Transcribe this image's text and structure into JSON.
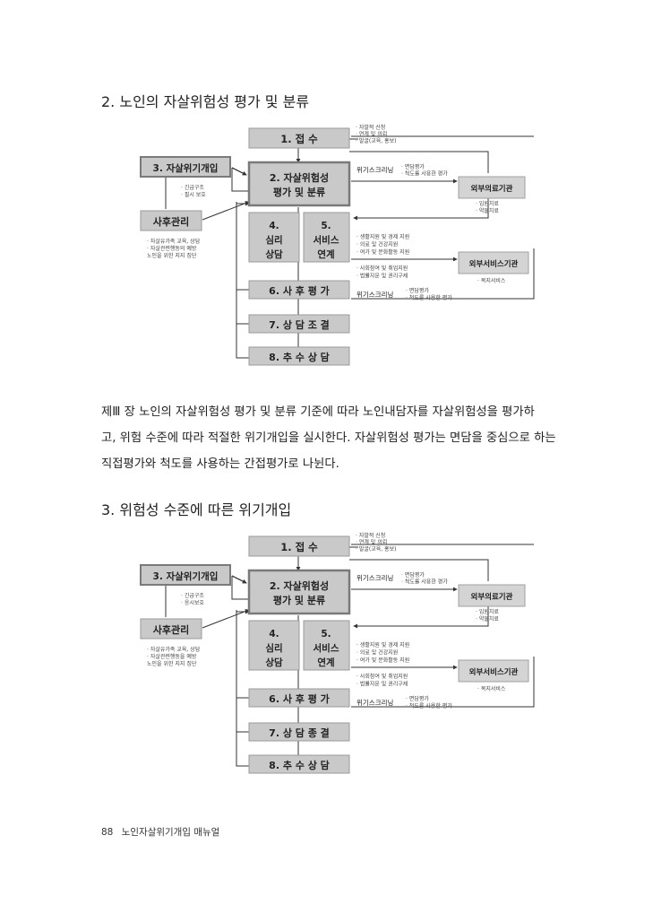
{
  "section2": {
    "heading": "2. 노인의 자살위험성 평가 및 분류"
  },
  "section3": {
    "heading": "3. 위험성 수준에 따른 위기개입"
  },
  "paragraph": {
    "line1": "제Ⅲ 장 노인의 자살위험성 평가 및 분류 기준에 따라 노인내담자를 자살위험성을 평가하",
    "line2": "고, 위험 수준에 따라 적절한 위기개입을 실시한다. 자살위험성 평가는 면담을 중심으로 하는",
    "line3": "직접평가와 척도를 사용하는 간접평가로 나뉜다."
  },
  "footer": {
    "page_number": "88",
    "title": "노인자살위기개입 매뉴얼"
  },
  "diagram1": {
    "boxes": {
      "intake": "1. 접 수",
      "crisis": "3. 자살위기개입",
      "assess_line1": "2. 자살위험성",
      "assess_line2": "평가 및 분류",
      "aftercare": "사후관리",
      "counsel_line1": "4.",
      "counsel_line2": "심리",
      "counsel_line3": "상담",
      "service_line1": "5.",
      "service_line2": "서비스",
      "service_line3": "연계",
      "post_eval": "6. 사 후 평 가",
      "end": "7. 상 담 조 결",
      "followup": "8. 추 수 상 담",
      "medical": "외부의료기관",
      "external_service": "외부서비스기관"
    },
    "labels": {
      "screening1": "위기스크리닝",
      "screening2": "위기스크리닝"
    },
    "notes": {
      "intake": [
        "· 자발적 신청",
        "· 연계 및 의뢰",
        "· 발굴(교육, 홍보)"
      ],
      "screening1": [
        "· 면담평가",
        "· 척도를 사용한 평가"
      ],
      "crisis_link": [
        "· 긴급구조",
        "· 필시 보호"
      ],
      "medical": [
        "· 입원치료",
        "· 약물치료"
      ],
      "aftercare": [
        "· 자살유가족 교육, 상담",
        "· 자살관련행동의 예방",
        "노인을 위한 지지 집단"
      ],
      "service": [
        "· 생활지원 및 경제 지원",
        "· 의료 및 건강지원",
        "· 여가 및 문화활동 지원",
        "· 사회참여 및 취업지원",
        "· 법률자문 및 권리구제"
      ],
      "external_service": [
        "· 복지서비스"
      ],
      "screening2": [
        "· 면담평가",
        "· 척도를 사용한 평가"
      ]
    }
  },
  "diagram2": {
    "boxes": {
      "intake": "1. 접 수",
      "crisis": "3. 자살위기개입",
      "assess_line1": "2. 자살위험성",
      "assess_line2": "평가 및 분류",
      "aftercare": "사후관리",
      "counsel_line1": "4.",
      "counsel_line2": "심리",
      "counsel_line3": "상담",
      "service_line1": "5.",
      "service_line2": "서비스",
      "service_line3": "연계",
      "post_eval": "6. 사 후 평 가",
      "end": "7. 상 담 종 결",
      "followup": "8. 추 수 상 담",
      "medical": "외부의료기관",
      "external_service": "외부서비스기관"
    },
    "labels": {
      "screening1": "위기스크리닝",
      "screening2": "위기스크리닝"
    },
    "notes": {
      "intake": [
        "· 자발적 신청",
        "· 연계 및 의뢰",
        "· 발굴(교육, 홍보)"
      ],
      "screening1": [
        "· 면담평가",
        "· 척도를 사용한 평가"
      ],
      "crisis_link": [
        "· 긴급구조",
        "· 응시보호"
      ],
      "medical": [
        "· 입원치료",
        "· 약물치료"
      ],
      "aftercare": [
        "· 자살유가족 교육, 상담",
        "· 자살관련행동을 예방",
        "노인을 위한 지지 집단"
      ],
      "service": [
        "· 생활지원 및 경제 지원",
        "· 의료 및 건강지원",
        "· 여가 및 문화활동 지원",
        "· 사회참여 및 취업지원",
        "· 법률자문 및 권리구제"
      ],
      "external_service": [
        "· 복지서비스"
      ],
      "screening2": [
        "· 면담평가",
        "· 척도를 사용한 평가"
      ]
    }
  }
}
